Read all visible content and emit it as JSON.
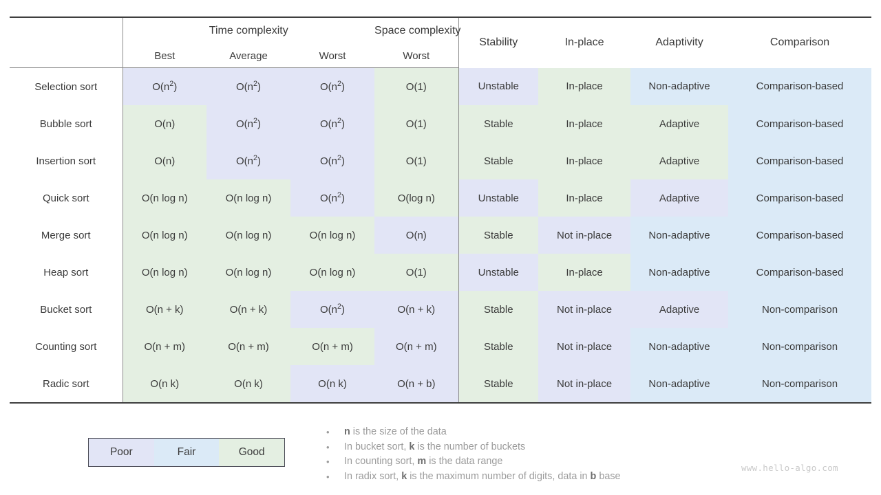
{
  "table": {
    "group_headers": [
      {
        "label": "",
        "span": 1
      },
      {
        "label": "Time complexity",
        "span": 3
      },
      {
        "label": "Space complexity",
        "span": 1
      }
    ],
    "time_group_label": "Time complexity",
    "space_group_label": "Space complexity",
    "sub_headers": {
      "name": "",
      "best": "Best",
      "average": "Average",
      "worst": "Worst",
      "space_worst": "Worst"
    },
    "right_headers": {
      "stability": "Stability",
      "in_place": "In-place",
      "adaptivity": "Adaptivity",
      "comparison": "Comparison"
    },
    "rows": [
      {
        "name": "Selection sort",
        "best": {
          "text": "O(n²)",
          "base": "O(n",
          "sup": "2",
          "tail": ")",
          "rating": "poor"
        },
        "average": {
          "text": "O(n²)",
          "base": "O(n",
          "sup": "2",
          "tail": ")",
          "rating": "poor"
        },
        "worst": {
          "text": "O(n²)",
          "base": "O(n",
          "sup": "2",
          "tail": ")",
          "rating": "poor"
        },
        "space": {
          "text": "O(1)",
          "base": "O(1)",
          "sup": "",
          "tail": "",
          "rating": "good"
        },
        "stability": {
          "text": "Unstable",
          "rating": "poor"
        },
        "in_place": {
          "text": "In-place",
          "rating": "good"
        },
        "adaptivity": {
          "text": "Non-adaptive",
          "rating": "fair"
        },
        "comparison": {
          "text": "Comparison-based",
          "rating": "fair"
        }
      },
      {
        "name": "Bubble sort",
        "best": {
          "text": "O(n)",
          "base": "O(n)",
          "sup": "",
          "tail": "",
          "rating": "good"
        },
        "average": {
          "text": "O(n²)",
          "base": "O(n",
          "sup": "2",
          "tail": ")",
          "rating": "poor"
        },
        "worst": {
          "text": "O(n²)",
          "base": "O(n",
          "sup": "2",
          "tail": ")",
          "rating": "poor"
        },
        "space": {
          "text": "O(1)",
          "base": "O(1)",
          "sup": "",
          "tail": "",
          "rating": "good"
        },
        "stability": {
          "text": "Stable",
          "rating": "good"
        },
        "in_place": {
          "text": "In-place",
          "rating": "good"
        },
        "adaptivity": {
          "text": "Adaptive",
          "rating": "good"
        },
        "comparison": {
          "text": "Comparison-based",
          "rating": "fair"
        }
      },
      {
        "name": "Insertion sort",
        "best": {
          "text": "O(n)",
          "base": "O(n)",
          "sup": "",
          "tail": "",
          "rating": "good"
        },
        "average": {
          "text": "O(n²)",
          "base": "O(n",
          "sup": "2",
          "tail": ")",
          "rating": "poor"
        },
        "worst": {
          "text": "O(n²)",
          "base": "O(n",
          "sup": "2",
          "tail": ")",
          "rating": "poor"
        },
        "space": {
          "text": "O(1)",
          "base": "O(1)",
          "sup": "",
          "tail": "",
          "rating": "good"
        },
        "stability": {
          "text": "Stable",
          "rating": "good"
        },
        "in_place": {
          "text": "In-place",
          "rating": "good"
        },
        "adaptivity": {
          "text": "Adaptive",
          "rating": "good"
        },
        "comparison": {
          "text": "Comparison-based",
          "rating": "fair"
        }
      },
      {
        "name": "Quick sort",
        "best": {
          "text": "O(n log n)",
          "base": "O(n log n)",
          "sup": "",
          "tail": "",
          "rating": "good"
        },
        "average": {
          "text": "O(n log n)",
          "base": "O(n log n)",
          "sup": "",
          "tail": "",
          "rating": "good"
        },
        "worst": {
          "text": "O(n²)",
          "base": "O(n",
          "sup": "2",
          "tail": ")",
          "rating": "poor"
        },
        "space": {
          "text": "O(log n)",
          "base": "O(log n)",
          "sup": "",
          "tail": "",
          "rating": "good"
        },
        "stability": {
          "text": "Unstable",
          "rating": "poor"
        },
        "in_place": {
          "text": "In-place",
          "rating": "good"
        },
        "adaptivity": {
          "text": "Adaptive",
          "rating": "poor"
        },
        "comparison": {
          "text": "Comparison-based",
          "rating": "fair"
        }
      },
      {
        "name": "Merge sort",
        "best": {
          "text": "O(n log n)",
          "base": "O(n log n)",
          "sup": "",
          "tail": "",
          "rating": "good"
        },
        "average": {
          "text": "O(n log n)",
          "base": "O(n log n)",
          "sup": "",
          "tail": "",
          "rating": "good"
        },
        "worst": {
          "text": "O(n log n)",
          "base": "O(n log n)",
          "sup": "",
          "tail": "",
          "rating": "good"
        },
        "space": {
          "text": "O(n)",
          "base": "O(n)",
          "sup": "",
          "tail": "",
          "rating": "poor"
        },
        "stability": {
          "text": "Stable",
          "rating": "good"
        },
        "in_place": {
          "text": "Not in-place",
          "rating": "poor"
        },
        "adaptivity": {
          "text": "Non-adaptive",
          "rating": "fair"
        },
        "comparison": {
          "text": "Comparison-based",
          "rating": "fair"
        }
      },
      {
        "name": "Heap sort",
        "best": {
          "text": "O(n log n)",
          "base": "O(n log n)",
          "sup": "",
          "tail": "",
          "rating": "good"
        },
        "average": {
          "text": "O(n log n)",
          "base": "O(n log n)",
          "sup": "",
          "tail": "",
          "rating": "good"
        },
        "worst": {
          "text": "O(n log n)",
          "base": "O(n log n)",
          "sup": "",
          "tail": "",
          "rating": "good"
        },
        "space": {
          "text": "O(1)",
          "base": "O(1)",
          "sup": "",
          "tail": "",
          "rating": "good"
        },
        "stability": {
          "text": "Unstable",
          "rating": "poor"
        },
        "in_place": {
          "text": "In-place",
          "rating": "good"
        },
        "adaptivity": {
          "text": "Non-adaptive",
          "rating": "fair"
        },
        "comparison": {
          "text": "Comparison-based",
          "rating": "fair"
        }
      },
      {
        "name": "Bucket sort",
        "best": {
          "text": "O(n + k)",
          "base": "O(n + k)",
          "sup": "",
          "tail": "",
          "rating": "good"
        },
        "average": {
          "text": "O(n + k)",
          "base": "O(n + k)",
          "sup": "",
          "tail": "",
          "rating": "good"
        },
        "worst": {
          "text": "O(n²)",
          "base": "O(n",
          "sup": "2",
          "tail": ")",
          "rating": "poor"
        },
        "space": {
          "text": "O(n + k)",
          "base": "O(n + k)",
          "sup": "",
          "tail": "",
          "rating": "poor"
        },
        "stability": {
          "text": "Stable",
          "rating": "good"
        },
        "in_place": {
          "text": "Not in-place",
          "rating": "poor"
        },
        "adaptivity": {
          "text": "Adaptive",
          "rating": "poor"
        },
        "comparison": {
          "text": "Non-comparison",
          "rating": "fair"
        }
      },
      {
        "name": "Counting sort",
        "best": {
          "text": "O(n + m)",
          "base": "O(n + m)",
          "sup": "",
          "tail": "",
          "rating": "good"
        },
        "average": {
          "text": "O(n + m)",
          "base": "O(n + m)",
          "sup": "",
          "tail": "",
          "rating": "good"
        },
        "worst": {
          "text": "O(n + m)",
          "base": "O(n + m)",
          "sup": "",
          "tail": "",
          "rating": "good"
        },
        "space": {
          "text": "O(n + m)",
          "base": "O(n + m)",
          "sup": "",
          "tail": "",
          "rating": "poor"
        },
        "stability": {
          "text": "Stable",
          "rating": "good"
        },
        "in_place": {
          "text": "Not in-place",
          "rating": "poor"
        },
        "adaptivity": {
          "text": "Non-adaptive",
          "rating": "fair"
        },
        "comparison": {
          "text": "Non-comparison",
          "rating": "fair"
        }
      },
      {
        "name": "Radic sort",
        "best": {
          "text": "O(n k)",
          "base": "O(n k)",
          "sup": "",
          "tail": "",
          "rating": "good"
        },
        "average": {
          "text": "O(n k)",
          "base": "O(n k)",
          "sup": "",
          "tail": "",
          "rating": "good"
        },
        "worst": {
          "text": "O(n k)",
          "base": "O(n k)",
          "sup": "",
          "tail": "",
          "rating": "poor"
        },
        "space": {
          "text": "O(n + b)",
          "base": "O(n + b)",
          "sup": "",
          "tail": "",
          "rating": "poor"
        },
        "stability": {
          "text": "Stable",
          "rating": "good"
        },
        "in_place": {
          "text": "Not in-place",
          "rating": "poor"
        },
        "adaptivity": {
          "text": "Non-adaptive",
          "rating": "fair"
        },
        "comparison": {
          "text": "Non-comparison",
          "rating": "fair"
        }
      }
    ]
  },
  "legend": {
    "items": [
      {
        "label": "Poor",
        "rating": "poor",
        "color": "#e2e5f6"
      },
      {
        "label": "Fair",
        "rating": "fair",
        "color": "#dbeaf7"
      },
      {
        "label": "Good",
        "rating": "good",
        "color": "#e4efe2"
      }
    ]
  },
  "notes": {
    "bullet": "•",
    "items": [
      {
        "pre": "",
        "sym1": "n",
        "mid": " is the size of the data",
        "sym2": "",
        "post": ""
      },
      {
        "pre": "In bucket sort, ",
        "sym1": "k",
        "mid": " is the number of buckets",
        "sym2": "",
        "post": ""
      },
      {
        "pre": "In counting sort, ",
        "sym1": "m",
        "mid": " is the data range",
        "sym2": "",
        "post": ""
      },
      {
        "pre": "In radix sort, ",
        "sym1": "k",
        "mid": " is the maximum number of digits, data in ",
        "sym2": "b",
        "post": " base"
      }
    ]
  },
  "watermark": {
    "text": "www.hello-algo.com"
  }
}
